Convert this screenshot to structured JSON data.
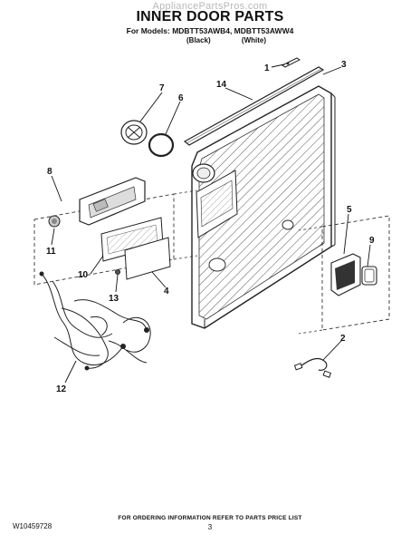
{
  "header": {
    "watermark": "AppliancePartsPros.com",
    "title": "INNER DOOR PARTS",
    "models": "For Models: MDBTT53AWB4, MDBTT53AWW4",
    "color_black": "(Black)",
    "color_white": "(White)"
  },
  "callouts": [
    {
      "id": "c1",
      "label": "1"
    },
    {
      "id": "c2",
      "label": "2"
    },
    {
      "id": "c3",
      "label": "3"
    },
    {
      "id": "c4",
      "label": "4"
    },
    {
      "id": "c5",
      "label": "5"
    },
    {
      "id": "c6",
      "label": "6"
    },
    {
      "id": "c7",
      "label": "7"
    },
    {
      "id": "c8",
      "label": "8"
    },
    {
      "id": "c9",
      "label": "9"
    },
    {
      "id": "c10",
      "label": "10"
    },
    {
      "id": "c11",
      "label": "11"
    },
    {
      "id": "c12",
      "label": "12"
    },
    {
      "id": "c13",
      "label": "13"
    },
    {
      "id": "c14",
      "label": "14"
    }
  ],
  "footer": {
    "doc_number": "W10459728",
    "ordering_note": "FOR ORDERING INFORMATION REFER TO PARTS PRICE LIST",
    "page_number": "3"
  }
}
